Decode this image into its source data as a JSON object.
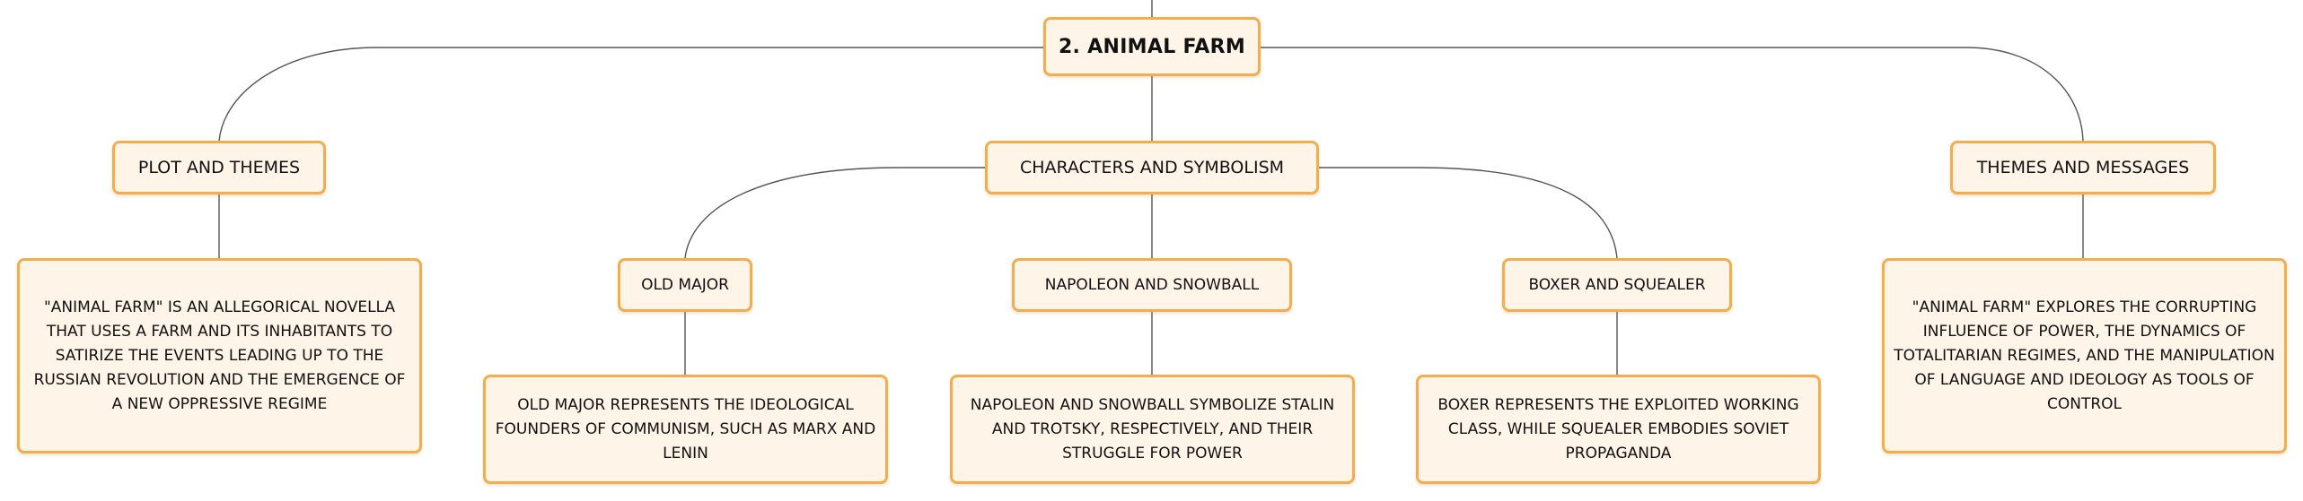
{
  "mindmap": {
    "root": {
      "label": "2. ANIMAL FARM"
    },
    "branches": {
      "plot": {
        "label": "PLOT AND THEMES",
        "detail": "\"ANIMAL FARM\" IS AN ALLEGORICAL NOVELLA THAT USES A FARM AND ITS INHABITANTS TO SATIRIZE THE EVENTS LEADING UP TO THE RUSSIAN REVOLUTION AND THE EMERGENCE OF A NEW OPPRESSIVE REGIME"
      },
      "characters": {
        "label": "CHARACTERS AND SYMBOLISM",
        "children": {
          "old_major": {
            "label": "OLD MAJOR",
            "detail": "OLD MAJOR REPRESENTS THE IDEOLOGICAL FOUNDERS OF COMMUNISM, SUCH AS MARX AND LENIN"
          },
          "napoleon_snowball": {
            "label": "NAPOLEON AND SNOWBALL",
            "detail": "NAPOLEON AND SNOWBALL SYMBOLIZE STALIN AND TROTSKY, RESPECTIVELY, AND THEIR STRUGGLE FOR POWER"
          },
          "boxer_squealer": {
            "label": "BOXER AND SQUEALER",
            "detail": "BOXER REPRESENTS THE EXPLOITED WORKING CLASS, WHILE SQUEALER EMBODIES SOVIET PROPAGANDA"
          }
        }
      },
      "messages": {
        "label": "THEMES AND MESSAGES",
        "detail": "\"ANIMAL FARM\" EXPLORES THE CORRUPTING INFLUENCE OF POWER, THE DYNAMICS OF TOTALITARIAN REGIMES, AND THE MANIPULATION OF LANGUAGE AND IDEOLOGY AS TOOLS OF CONTROL"
      }
    }
  },
  "colors": {
    "node_fill": "#fef4e8",
    "node_border": "#f2ad4e",
    "connector": "#555555",
    "text": "#111111"
  }
}
